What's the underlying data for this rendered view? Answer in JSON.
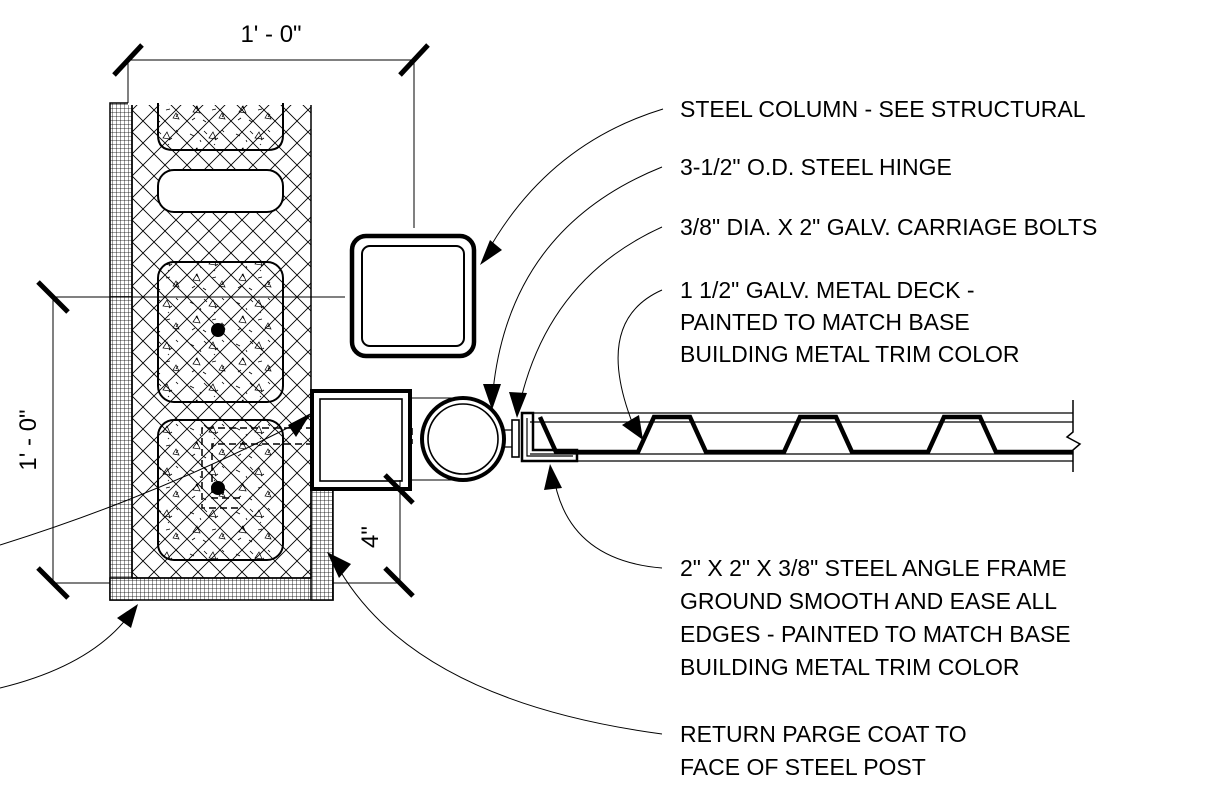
{
  "dimensions": {
    "top_width": "1' - 0\"",
    "left_height": "1' - 0\"",
    "bottom_offset": "4\""
  },
  "callouts": [
    {
      "id": "steel-column",
      "lines": [
        "STEEL COLUMN - SEE STRUCTURAL"
      ]
    },
    {
      "id": "steel-hinge",
      "lines": [
        "3-1/2\" O.D. STEEL HINGE"
      ]
    },
    {
      "id": "carriage-bolts",
      "lines": [
        "3/8\" DIA. X 2\" GALV. CARRIAGE BOLTS"
      ]
    },
    {
      "id": "metal-deck",
      "lines": [
        "1 1/2\" GALV. METAL DECK -",
        "PAINTED TO MATCH BASE",
        "BUILDING METAL TRIM COLOR"
      ]
    },
    {
      "id": "angle-frame",
      "lines": [
        "2\" X 2\" X 3/8\" STEEL ANGLE FRAME",
        "GROUND SMOOTH AND EASE ALL",
        "EDGES - PAINTED TO MATCH BASE",
        "BUILDING METAL TRIM COLOR"
      ]
    },
    {
      "id": "parge-coat",
      "lines": [
        "RETURN PARGE COAT TO",
        "FACE OF STEEL POST"
      ]
    }
  ]
}
